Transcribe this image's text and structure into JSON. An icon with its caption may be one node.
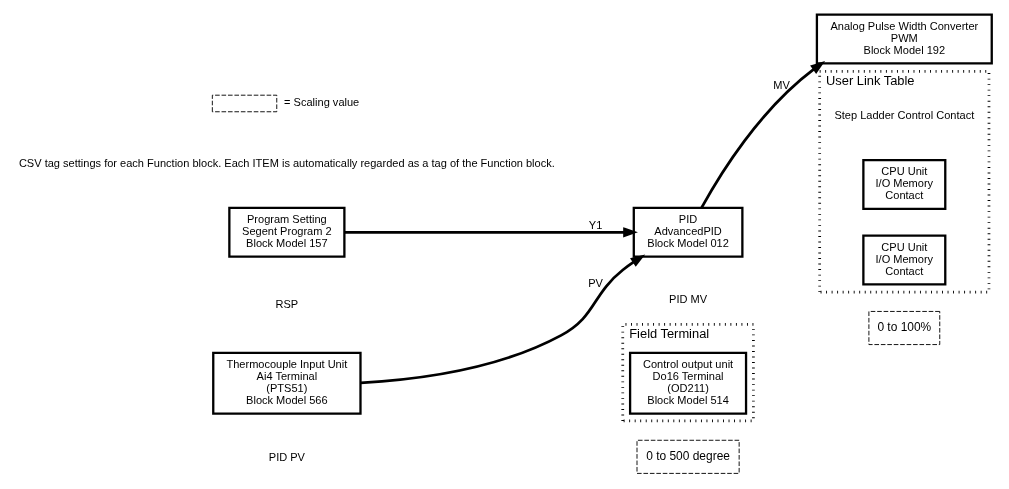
{
  "diagram": {
    "nodes": [
      {
        "text": [
          "Program Setting",
          "Segent Program 2",
          "Block Model 157"
        ]
      },
      {
        "text": [
          "Thermocouple Input Unit",
          "Ai4 Terminal",
          "(PTS51)",
          "Block Model 566"
        ]
      },
      {
        "text": [
          "PID",
          "AdvancedPID",
          "Block Model 012"
        ]
      },
      {
        "text": [
          "Analog Pulse Width Converter",
          "PWM",
          "Block Model 192"
        ]
      },
      {
        "text": [
          "Field Terminal"
        ]
      },
      {
        "text": [
          "Control output unit",
          "Do16 Terminal",
          "(OD211)",
          "Block Model 514"
        ],
        "in": 4
      },
      {
        "text": [
          "User Link Table"
        ]
      },
      {
        "text": [
          "CPU Unit",
          "I/O Memory",
          "Contact"
        ],
        "in": 6
      },
      {
        "text": [
          "CPU Unit",
          "I/O Memory",
          "Contact"
        ],
        "in": 6
      },
      {
        "text": [
          "0 to 500 degree"
        ]
      },
      {
        "text": [
          "0 to 100%"
        ]
      }
    ],
    "edges": [
      {
        "from": 0,
        "to": 2,
        "arrow": "to",
        "label": "Y1"
      },
      {
        "from": 1,
        "to": 2,
        "arrow": "to",
        "label": "PV"
      },
      {
        "from": 2,
        "to": 3,
        "arrow": "to",
        "label": "MV"
      }
    ],
    "labels": [
      "RSP",
      "PID PV",
      "PID MV",
      "CSV tag settings for each Function block. Each ITEM is automatically regarded as a tag of the Function block.",
      "Step Ladder Control Contact"
    ],
    "legend": [
      {
        "text": "= Scaling value"
      }
    ]
  }
}
